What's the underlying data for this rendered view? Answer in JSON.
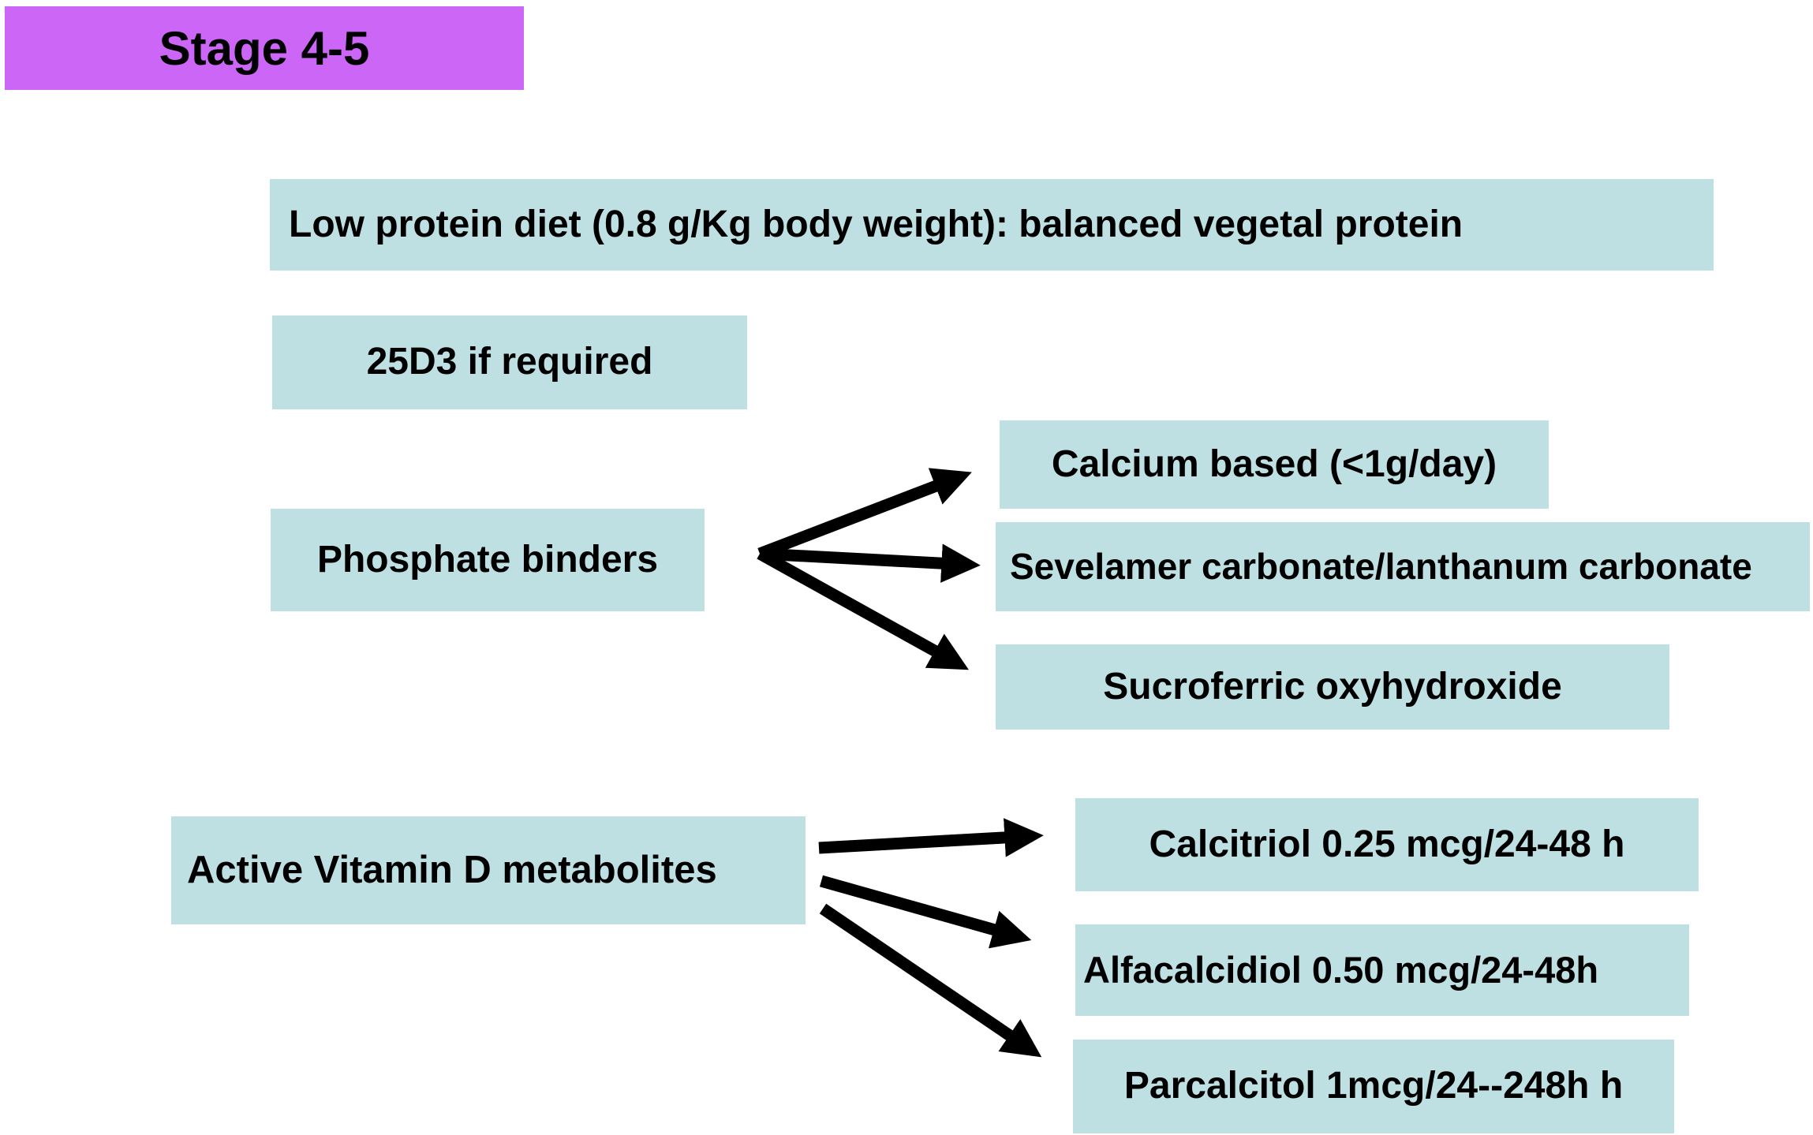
{
  "diagram": {
    "title": "Stage 4-5",
    "nodes": {
      "low_protein": "Low protein diet (0.8 g/Kg body weight): balanced vegetal protein",
      "d3": "25D3 if required",
      "phosphate": "Phosphate binders",
      "calcium": "Calcium based (<1g/day)",
      "sevelamer": "Sevelamer carbonate/lanthanum carbonate",
      "sucroferric": "Sucroferric oxyhydroxide",
      "vitd": "Active Vitamin D metabolites",
      "calcitriol": "Calcitriol 0.25 mcg/24-48 h",
      "alfacalcidiol": "Alfacalcidiol 0.50 mcg/24-48h",
      "parcalcitol": "Parcalcitol 1mcg/24--248h h"
    },
    "edges": [
      {
        "from": "phosphate",
        "to": "calcium"
      },
      {
        "from": "phosphate",
        "to": "sevelamer"
      },
      {
        "from": "phosphate",
        "to": "sucroferric"
      },
      {
        "from": "vitd",
        "to": "calcitriol"
      },
      {
        "from": "vitd",
        "to": "alfacalcidiol"
      },
      {
        "from": "vitd",
        "to": "parcalcitol"
      }
    ],
    "colors": {
      "title_bg": "#cb66f7",
      "node_bg": "#bfe0e3",
      "text": "#000000",
      "arrow": "#000000",
      "background": "#ffffff"
    }
  }
}
